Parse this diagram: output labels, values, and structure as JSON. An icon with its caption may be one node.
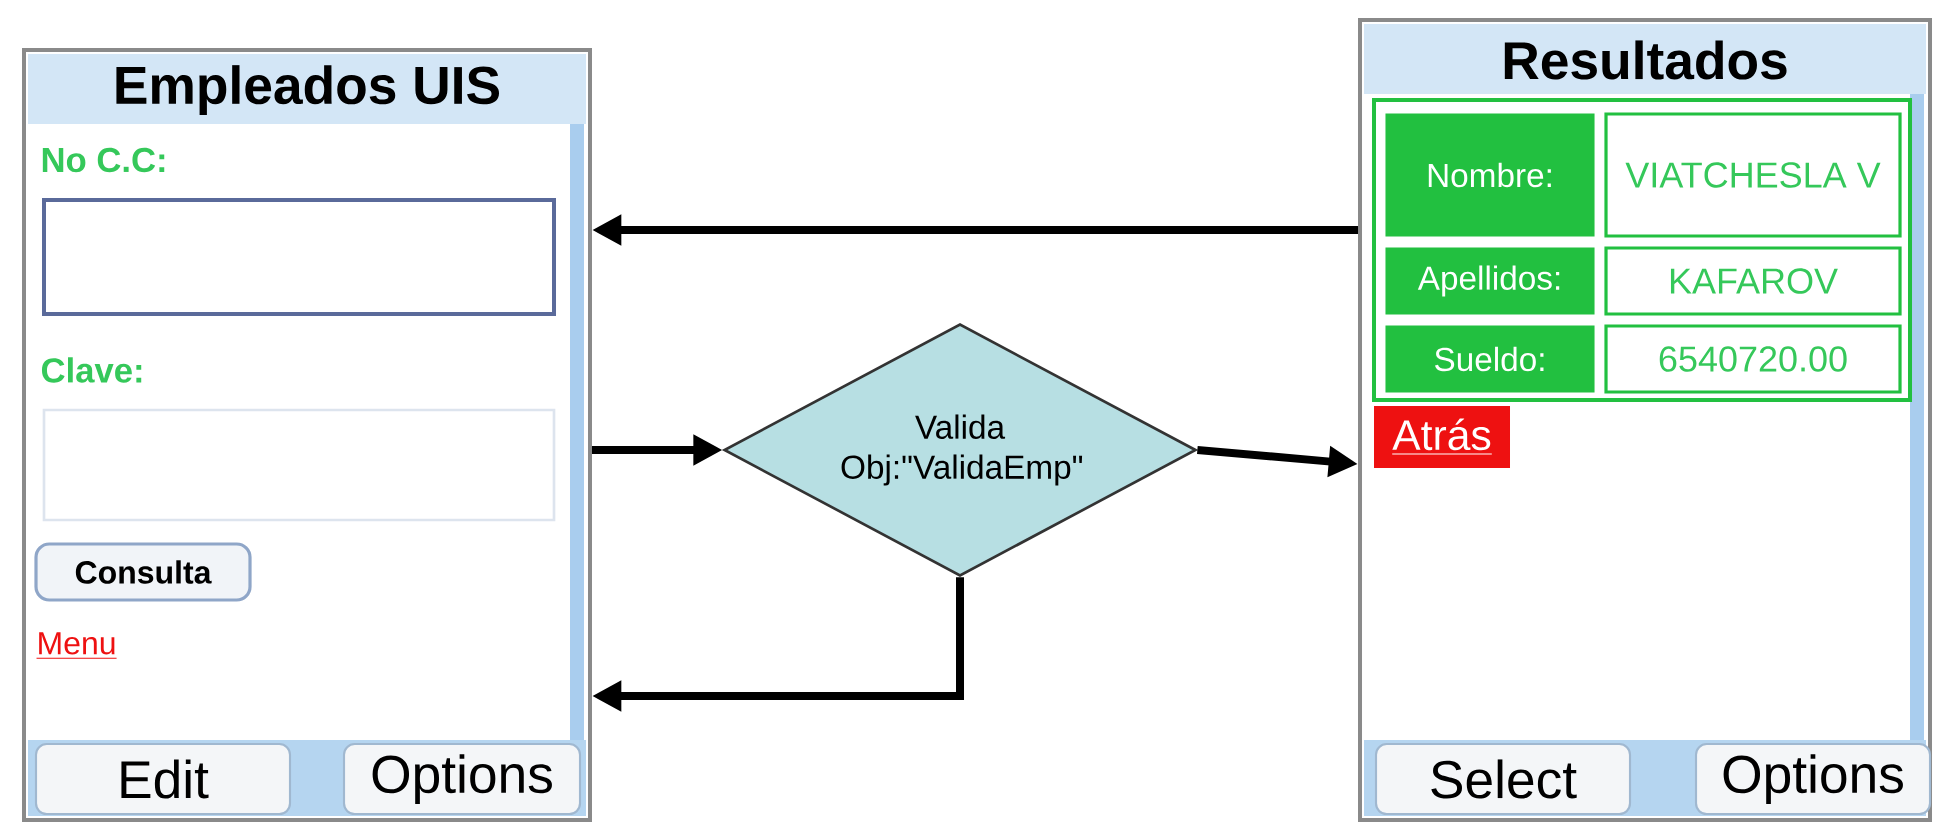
{
  "diagram": {
    "nodes": [
      {
        "text": [
          "Empleados UIS",
          "No C.C:",
          "Clave:",
          "Menu"
        ]
      },
      {
        "text": [
          "Consulta"
        ],
        "in": 0
      },
      {
        "text": [
          "Edit"
        ],
        "in": 0
      },
      {
        "text": [
          "Options"
        ],
        "in": 0
      },
      {
        "text": [
          "Valida Obj:\"ValidaEmp\""
        ]
      },
      {
        "text": [
          "Resultados"
        ]
      },
      {
        "text": [
          "Nombre:"
        ],
        "in": 5
      },
      {
        "text": [
          "VIATCHESLA V"
        ],
        "in": 5
      },
      {
        "text": [
          "Apellidos:"
        ],
        "in": 5
      },
      {
        "text": [
          "KAFAROV"
        ],
        "in": 5
      },
      {
        "text": [
          "Sueldo:"
        ],
        "in": 5
      },
      {
        "text": [
          "6540720.00"
        ],
        "in": 5
      },
      {
        "text": [
          "Atrás"
        ],
        "in": 5
      },
      {
        "text": [
          "Select"
        ],
        "in": 5
      },
      {
        "text": [
          "Options"
        ],
        "in": 5
      }
    ],
    "edges": [
      {
        "from": 5,
        "to": 0,
        "arrow": "to"
      },
      {
        "from": 0,
        "to": 4,
        "arrow": "to"
      },
      {
        "from": 4,
        "to": 5,
        "arrow": "to"
      },
      {
        "from": 4,
        "to": 0,
        "arrow": "to"
      }
    ]
  }
}
